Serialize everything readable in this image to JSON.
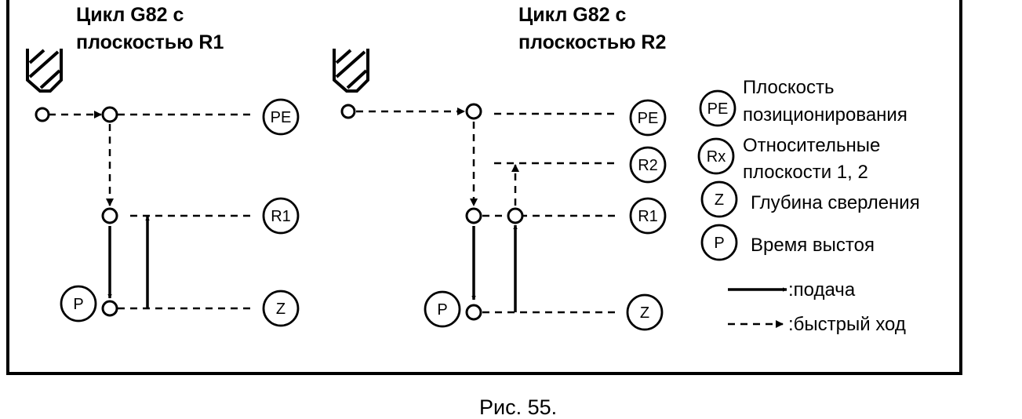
{
  "panels": [
    {
      "title_line1": "Цикл G82 с",
      "title_line2": "плоскостью R1"
    },
    {
      "title_line1": "Цикл G82 с",
      "title_line2": "плоскостью R2"
    }
  ],
  "markers": {
    "pe": "PE",
    "r1": "R1",
    "r2": "R2",
    "z": "Z",
    "p": "P",
    "rx": "Rx"
  },
  "legend": {
    "pe_line1": "Плоскость",
    "pe_line2": "позиционирования",
    "rx_line1": "Относительные",
    "rx_line2": "плоскости 1, 2",
    "z": "Глубина сверления",
    "p": "Время выстоя",
    "feed": ":подача",
    "rapid": ":быстрый ход"
  },
  "caption": "Рис. 55."
}
